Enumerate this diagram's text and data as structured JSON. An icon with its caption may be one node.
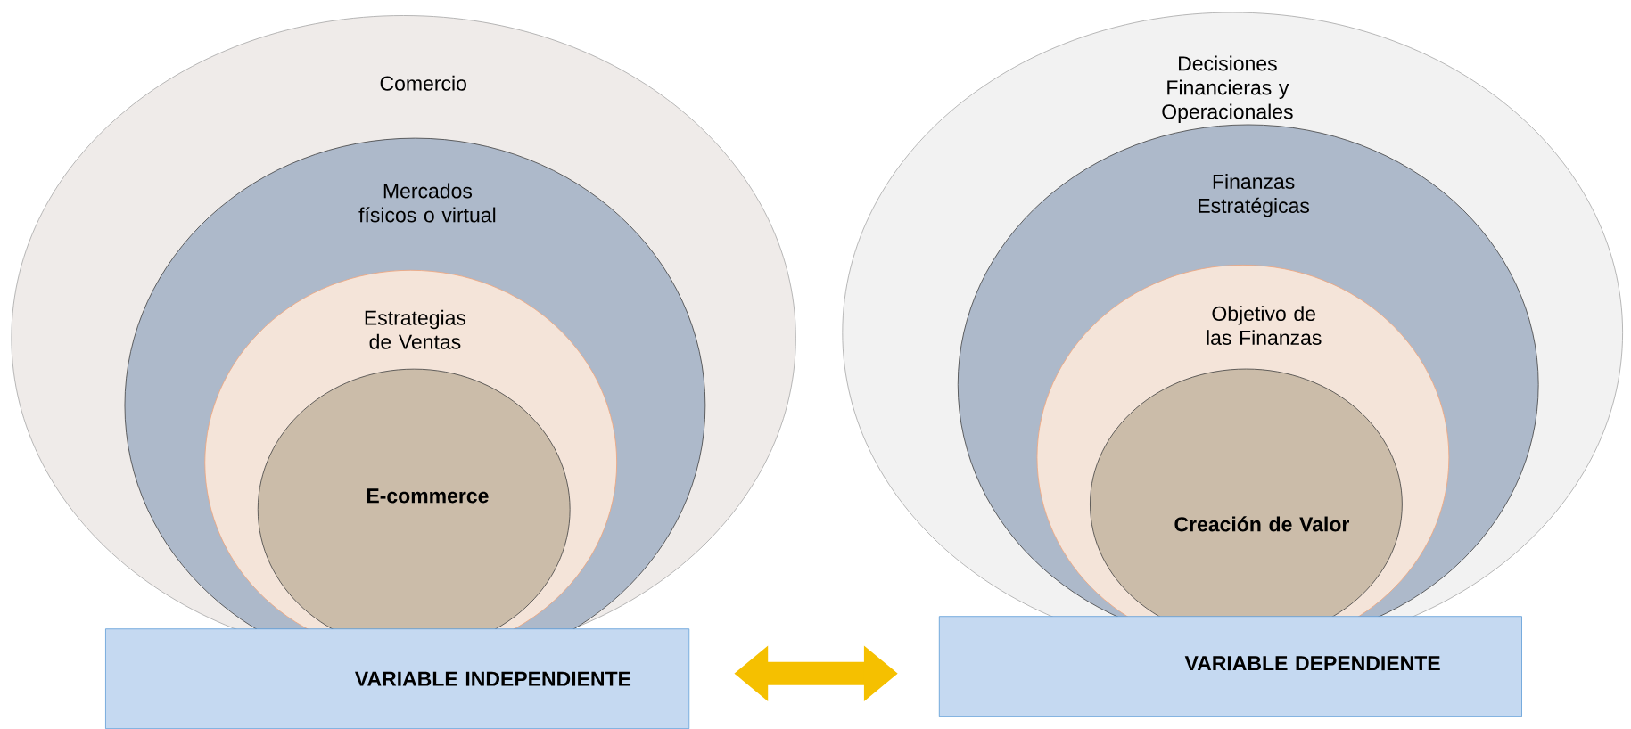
{
  "diagram": {
    "nodes": [
      {
        "text": [
          "Comercio"
        ]
      },
      {
        "text": [
          "Mercados físicos o virtual"
        ],
        "in": 0
      },
      {
        "text": [
          "Estrategias de Ventas"
        ],
        "in": 1
      },
      {
        "text": [
          "E-commerce"
        ],
        "in": 2
      },
      {
        "text": [
          "VARIABLE INDEPENDIENTE"
        ]
      },
      {
        "text": [
          "Decisiones Financieras y Operacionales"
        ]
      },
      {
        "text": [
          "Finanzas Estratégicas"
        ],
        "in": 5
      },
      {
        "text": [
          "Objetivo de las Finanzas"
        ],
        "in": 6
      },
      {
        "text": [
          "Creación de Valor"
        ],
        "in": 7
      },
      {
        "text": [
          "VARIABLE DEPENDIENTE"
        ]
      }
    ],
    "edges": [
      {
        "from": 4,
        "to": 9,
        "arrow": "both"
      }
    ]
  }
}
